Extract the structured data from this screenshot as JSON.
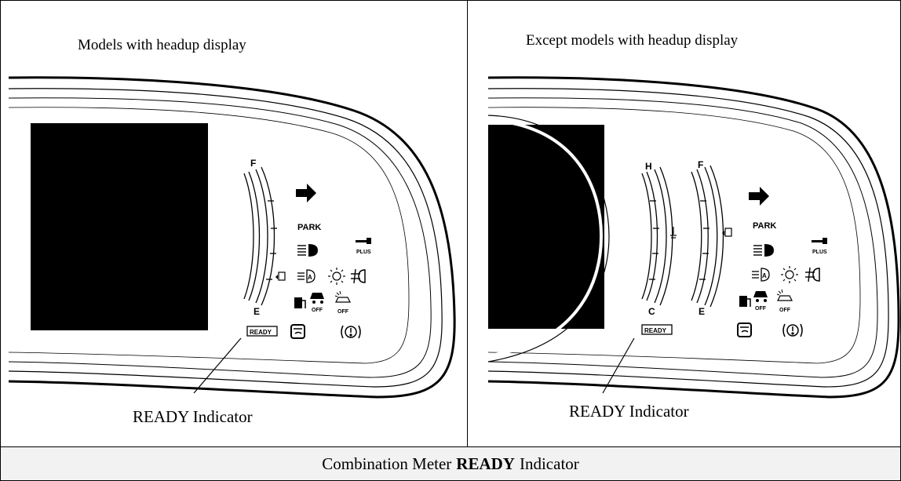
{
  "left_panel": {
    "title": "Models with headup display",
    "gauge": {
      "top": "F",
      "bottom": "E"
    },
    "indicators": {
      "park": "PARK",
      "plus": "PLUS",
      "off1": "OFF",
      "off2": "OFF",
      "ready": "READY"
    },
    "callout": "READY Indicator"
  },
  "right_panel": {
    "title": "Except models with headup display",
    "temp_gauge": {
      "top": "H",
      "bottom": "C"
    },
    "fuel_gauge": {
      "top": "F",
      "bottom": "E"
    },
    "indicators": {
      "park": "PARK",
      "plus": "PLUS",
      "off1": "OFF",
      "off2": "OFF",
      "ready": "READY"
    },
    "callout": "READY Indicator"
  },
  "caption": {
    "prefix": "Combination Meter",
    "bold": "READY",
    "suffix": "Indicator"
  }
}
